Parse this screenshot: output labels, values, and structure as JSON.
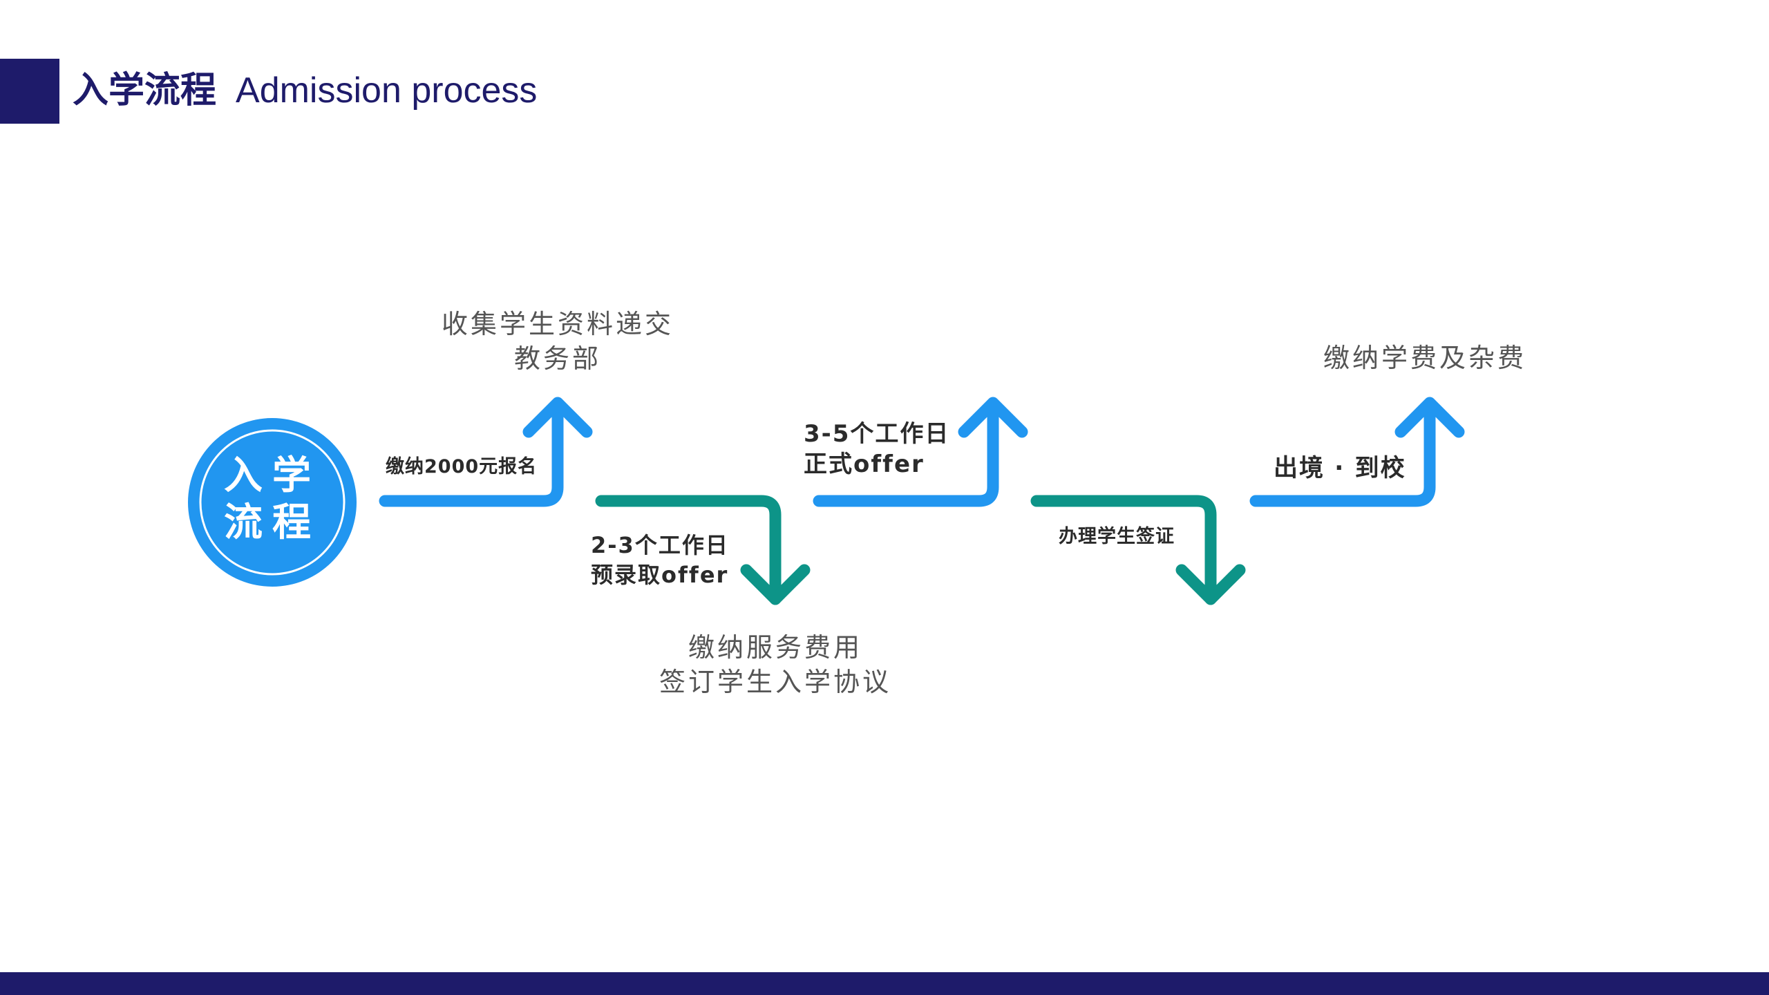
{
  "header": {
    "title_cn": "入学流程",
    "title_en": "Admission process"
  },
  "start_node": {
    "line1": "入学",
    "line2": "流程"
  },
  "steps": [
    {
      "condition": [
        "缴纳2000元报名"
      ],
      "destination": [
        "收集学生资料递交",
        "教务部"
      ],
      "direction": "up"
    },
    {
      "condition": [
        "2-3个工作日",
        "预录取offer"
      ],
      "destination": [
        "缴纳服务费用",
        "签订学生入学协议"
      ],
      "direction": "down"
    },
    {
      "condition": [
        "3-5个工作日",
        "正式offer"
      ],
      "destination": [],
      "direction": "up"
    },
    {
      "condition": [
        "办理学生签证"
      ],
      "destination": [],
      "direction": "down"
    },
    {
      "condition": [
        "出境 · 到校"
      ],
      "destination": [
        "缴纳学费及杂费"
      ],
      "direction": "up"
    }
  ],
  "colors": {
    "navy": "#1e1b6a",
    "blue": "#2196f0",
    "teal": "#0d9488",
    "text": "#555555"
  }
}
